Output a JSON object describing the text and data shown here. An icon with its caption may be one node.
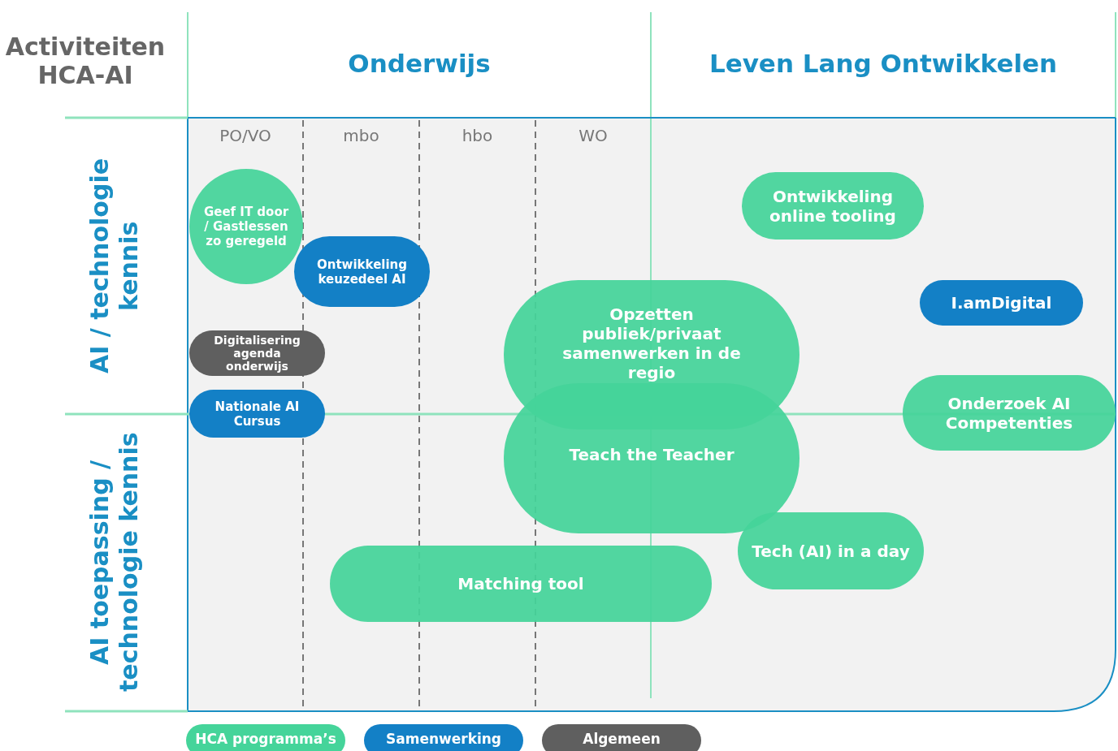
{
  "diagram": {
    "nodes": [
      {
        "text": [
          "Geef IT door / Gastlessen zo geregeld"
        ]
      },
      {
        "text": [
          "Ontwikkeling online tooling"
        ]
      },
      {
        "text": [
          "Ontwikkeling keuzedeel AI"
        ]
      },
      {
        "text": [
          "I.amDigital"
        ]
      },
      {
        "text": [
          "Opzetten publiek/privaat samenwerken in de regio"
        ]
      },
      {
        "text": [
          "Digitalisering agenda onderwijs"
        ]
      },
      {
        "text": [
          "Nationale AI Cursus"
        ]
      },
      {
        "text": [
          "Onderzoek AI Competenties"
        ]
      },
      {
        "text": [
          "Teach the Teacher"
        ]
      },
      {
        "text": [
          "Tech (AI) in a day"
        ]
      },
      {
        "text": [
          "Matching tool"
        ]
      }
    ],
    "edges": [],
    "labels": [
      "Activiteiten HCA-AI",
      "Onderwijs",
      "Leven Lang Ontwikkelen",
      "PO/VO",
      "mbo",
      "hbo",
      "WO",
      "AI / technologie kennis",
      "AI toepassing / technologie kennis"
    ],
    "legend": [
      {
        "text": "HCA programma’s",
        "color": "#45d49a"
      },
      {
        "text": "Samenwerking",
        "color": "#1380c6"
      },
      {
        "text": "Algemeen",
        "color": "#5f5f5f"
      }
    ]
  }
}
